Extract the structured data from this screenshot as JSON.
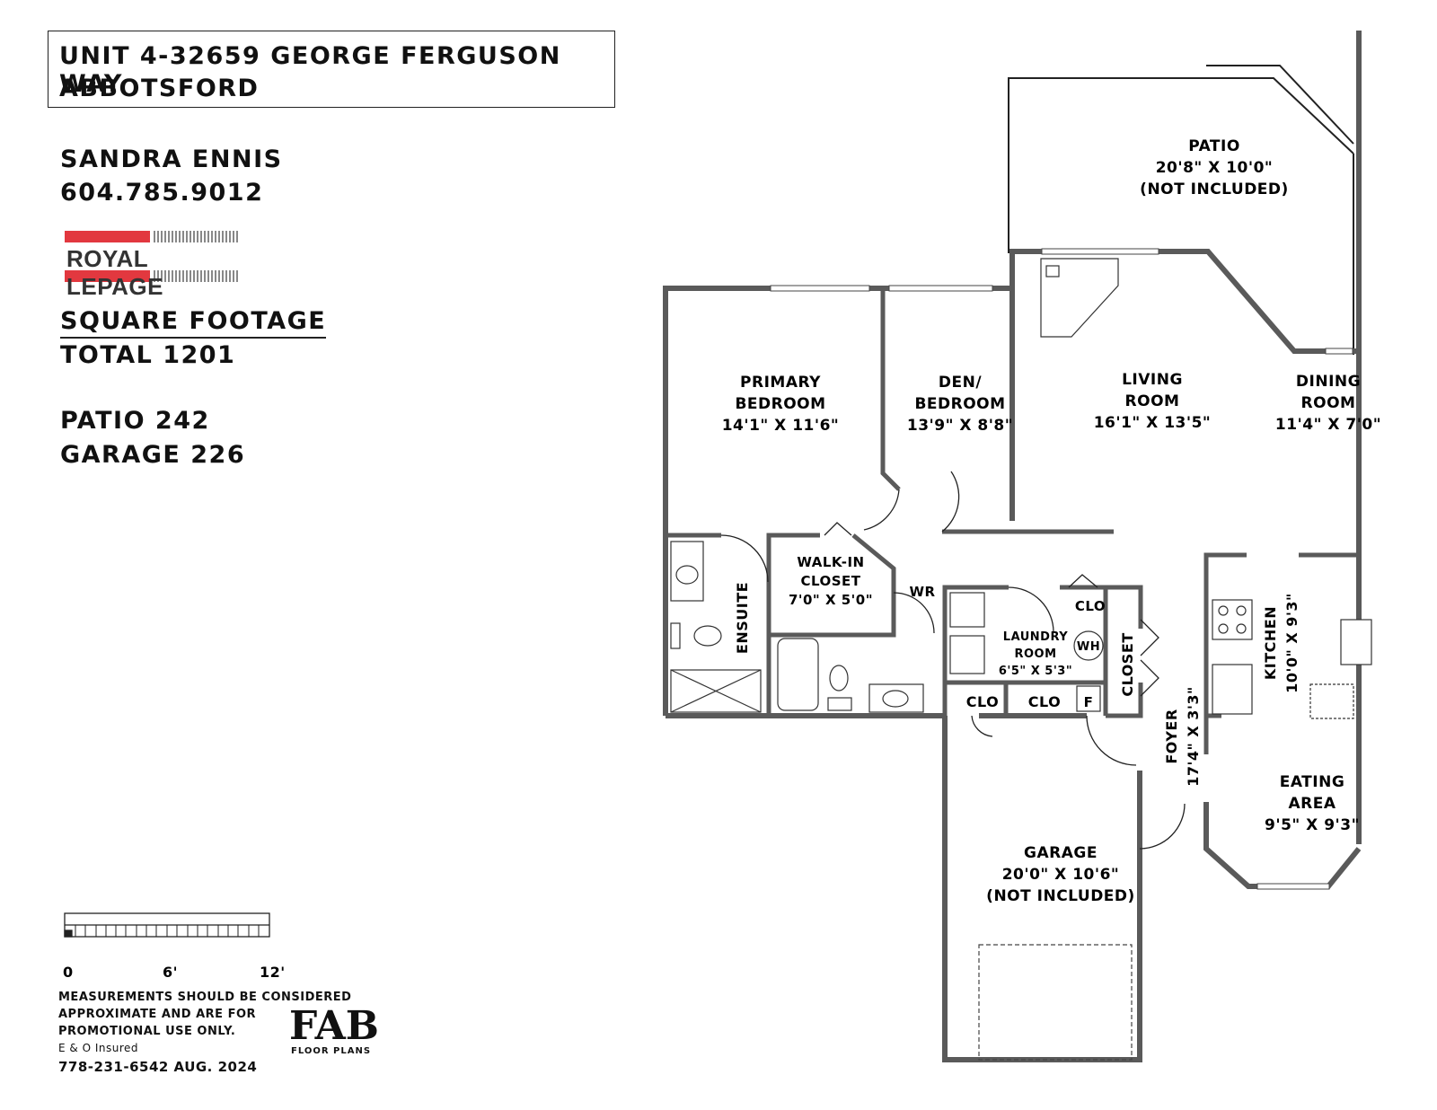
{
  "header": {
    "address_line1": "UNIT 4-32659 GEORGE FERGUSON WAY",
    "address_line2": "ABBOTSFORD"
  },
  "agent": {
    "name": "SANDRA ENNIS",
    "phone": "604.785.9012"
  },
  "brand": {
    "logo_text": "ROYAL LEPAGE",
    "accent_color": "#e2383f"
  },
  "areas": {
    "sqft_title": "SQUARE FOOTAGE",
    "total": "TOTAL 1201",
    "patio": "PATIO 242",
    "garage": "GARAGE 226"
  },
  "rooms": {
    "patio": {
      "name": "PATIO",
      "dims": "20'8\" X 10'0\"",
      "note": "(NOT INCLUDED)"
    },
    "primary": {
      "name1": "PRIMARY",
      "name2": "BEDROOM",
      "dims": "14'1\" X 11'6\""
    },
    "den": {
      "name1": "DEN/",
      "name2": "BEDROOM",
      "dims": "13'9\" X 8'8\""
    },
    "living": {
      "name1": "LIVING",
      "name2": "ROOM",
      "dims": "16'1\" X 13'5\""
    },
    "dining": {
      "name1": "DINING",
      "name2": "ROOM",
      "dims": "11'4\" X 7'0\""
    },
    "walkin": {
      "name1": "WALK-IN",
      "name2": "CLOSET",
      "dims": "7'0\" X 5'0\""
    },
    "ensuite": {
      "name": "ENSUITE"
    },
    "wr": {
      "name": "WR"
    },
    "laundry": {
      "name1": "LAUNDRY",
      "name2": "ROOM",
      "dims": "6'5\" X 5'3\""
    },
    "wh": {
      "name": "WH"
    },
    "clo_top": {
      "name": "CLO"
    },
    "closet": {
      "name": "CLOSET"
    },
    "clo_left": {
      "name": "CLO"
    },
    "clo_mid": {
      "name": "CLO"
    },
    "furnace": {
      "name": "F"
    },
    "foyer": {
      "name": "FOYER",
      "dims": "17'4\" X 3'3\""
    },
    "kitchen": {
      "name": "KITCHEN",
      "dims": "10'0\" X 9'3\""
    },
    "eating": {
      "name1": "EATING",
      "name2": "AREA",
      "dims": "9'5\" X 9'3\""
    },
    "garage": {
      "name": "GARAGE",
      "dims": "20'0\" X 10'6\"",
      "note": "(NOT INCLUDED)"
    }
  },
  "scale": {
    "tick0": "0",
    "tick6": "6'",
    "tick12": "12'"
  },
  "footer": {
    "disclaimer1": "MEASUREMENTS SHOULD BE CONSIDERED",
    "disclaimer2": "APPROXIMATE AND ARE FOR",
    "disclaimer3": "PROMOTIONAL USE ONLY.",
    "insured": "E & O Insured",
    "contact": "778-231-6542  AUG. 2024",
    "fab_logo": "FAB",
    "fab_sub": "FLOOR PLANS"
  }
}
